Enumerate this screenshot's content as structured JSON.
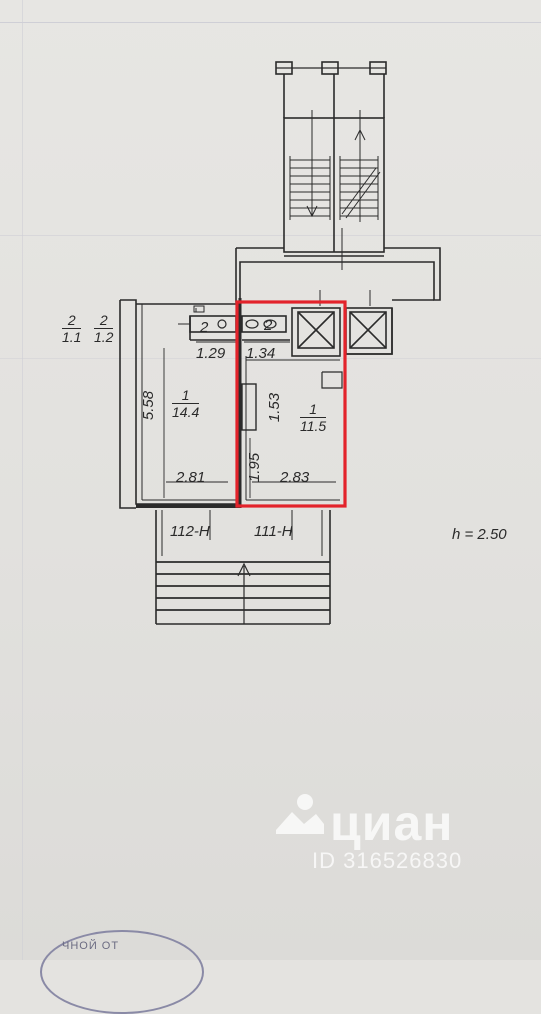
{
  "plan": {
    "ceiling_height": "h = 2.50",
    "stair_labels": {
      "left_door": "112-H",
      "right_door": "111-H"
    },
    "room_left": {
      "fraction_num": "1",
      "fraction_den": "14.4",
      "dim_height": "5.58",
      "dim_width": "2.81"
    },
    "room_right": {
      "fraction_num": "1",
      "fraction_den": "11.5",
      "dim_inner": "1.53",
      "dim_lower": "1.95",
      "dim_width": "2.83"
    },
    "small_rooms": {
      "left_label": "2",
      "right_label": "2",
      "left_dim": "1.29",
      "right_dim": "1.34"
    },
    "corner_fractions": [
      {
        "num": "2",
        "den": "1.1"
      },
      {
        "num": "2",
        "den": "1.2"
      }
    ],
    "highlight_color": "#e3232b"
  },
  "watermark": {
    "brand": "циан",
    "id_text": "ID 316526830"
  },
  "stamp": {
    "text": "ЧНОЙ ОТ"
  }
}
